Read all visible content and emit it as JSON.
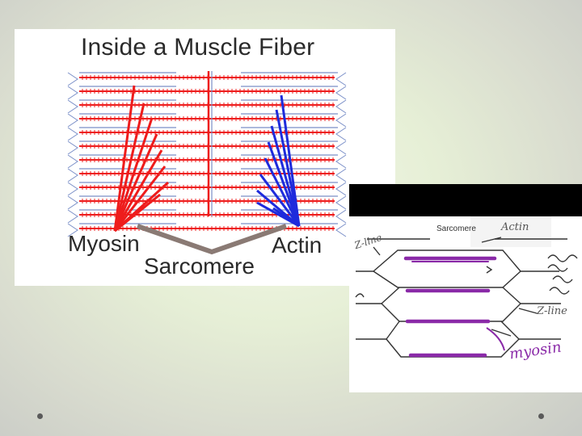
{
  "left_diagram": {
    "title": "Inside a Muscle Fiber",
    "labels": {
      "myosin": "Myosin",
      "actin": "Actin",
      "sarcomere": "Sarcomere"
    },
    "colors": {
      "myosin": "#ee1c1c",
      "actin": "#1e2bdc",
      "thin_filament": "#7a8fc8",
      "sarcomere_bracket": "#8a7a74"
    }
  },
  "right_diagram": {
    "labels": {
      "sarcomere": "Sarcomere",
      "actin": "Actin",
      "z_line_left": "Z-line",
      "z_line_right": "Z-line",
      "myosin": "myosin"
    },
    "colors": {
      "myosin": "#8a2aa8",
      "lines": "#333333"
    }
  }
}
